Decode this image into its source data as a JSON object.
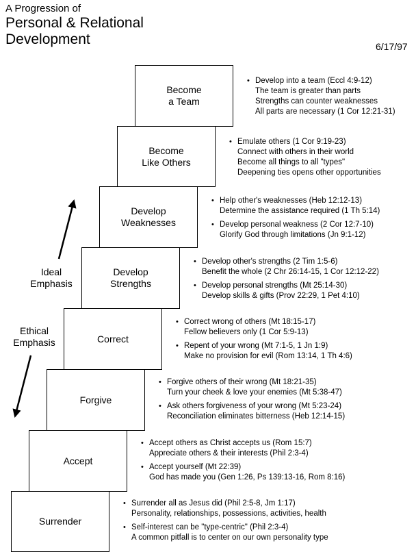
{
  "header": {
    "subtitle": "A Progression of",
    "title_line1": "Personal & Relational",
    "title_line2": "Development",
    "date": "6/17/97"
  },
  "emphasis": {
    "ideal_line1": "Ideal",
    "ideal_line2": "Emphasis",
    "ethical_line1": "Ethical",
    "ethical_line2": "Emphasis"
  },
  "steps": [
    {
      "label": "Become\na Team",
      "notes": [
        [
          "Develop into a team (Eccl 4:9-12)",
          "The team is greater than parts",
          "Strengths can counter weaknesses",
          "All parts are necessary (1 Cor 12:21-31)"
        ]
      ]
    },
    {
      "label": "Become\nLike Others",
      "notes": [
        [
          "Emulate others (1 Cor 9:19-23)",
          "Connect with others in their world",
          "Become all things to all \"types\"",
          "Deepening ties opens other opportunities"
        ]
      ]
    },
    {
      "label": "Develop\nWeaknesses",
      "notes": [
        [
          "Help other's weaknesses (Heb 12:12-13)",
          "Determine the assistance required (1 Th 5:14)"
        ],
        [
          "Develop personal weakness (2 Cor 12:7-10)",
          "Glorify God through limitations (Jn 9:1-12)"
        ]
      ]
    },
    {
      "label": "Develop\nStrengths",
      "notes": [
        [
          "Develop other's strengths (2 Tim 1:5-6)",
          "Benefit the whole (2 Chr 26:14-15, 1 Cor 12:12-22)"
        ],
        [
          "Develop personal strengths (Mt 25:14-30)",
          "Develop skills & gifts (Prov 22:29, 1 Pet 4:10)"
        ]
      ]
    },
    {
      "label": "Correct",
      "notes": [
        [
          "Correct wrong of others (Mt 18:15-17)",
          "Fellow believers only (1 Cor 5:9-13)"
        ],
        [
          "Repent of your wrong (Mt 7:1-5, 1 Jn 1:9)",
          "Make no provision for evil (Rom 13:14, 1 Th 4:6)"
        ]
      ]
    },
    {
      "label": "Forgive",
      "notes": [
        [
          "Forgive others of their wrong (Mt 18:21-35)",
          "Turn your cheek & love your enemies (Mt 5:38-47)"
        ],
        [
          "Ask others forgiveness of your wrong (Mt 5:23-24)",
          "Reconciliation eliminates bitterness (Heb 12:14-15)"
        ]
      ]
    },
    {
      "label": "Accept",
      "notes": [
        [
          "Accept others as Christ accepts us (Rom 15:7)",
          "Appreciate others & their interests (Phil 2:3-4)"
        ],
        [
          "Accept yourself (Mt 22:39)",
          "God has made you (Gen 1:26, Ps 139:13-16, Rom 8:16)"
        ]
      ]
    },
    {
      "label": "Surrender",
      "notes": [
        [
          "Surrender all as Jesus did (Phil 2:5-8, Jm 1:17)",
          "Personality, relationships, possessions, activities, health"
        ],
        [
          "Self-interest can be \"type-centric\" (Phil 2:3-4)",
          "A common pitfall is to center on our own personality type"
        ]
      ]
    }
  ]
}
